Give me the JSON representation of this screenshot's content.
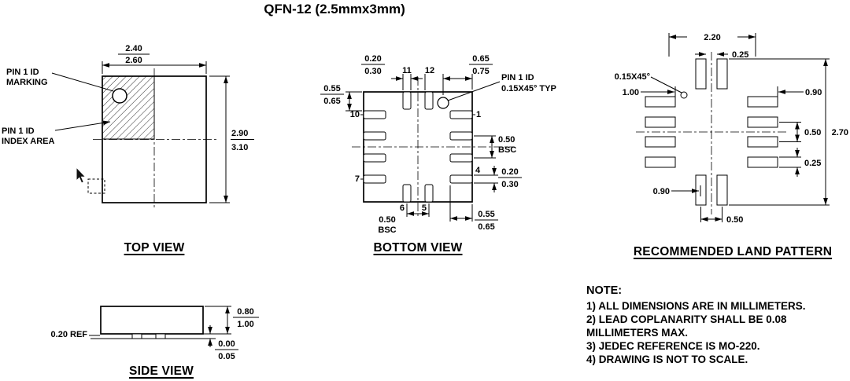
{
  "page": {
    "title": "QFN-12 (2.5mmx3mm)"
  },
  "top_view": {
    "caption": "TOP VIEW",
    "label_pin1_marking": [
      "PIN 1 ID",
      "MARKING"
    ],
    "label_pin1_index": [
      "PIN 1 ID",
      "INDEX AREA"
    ],
    "dim_width": [
      "2.40",
      "2.60"
    ],
    "dim_height": [
      "2.90",
      "3.10"
    ]
  },
  "bottom_view": {
    "caption": "BOTTOM VIEW",
    "label_pin1": [
      "PIN 1 ID",
      "0.15X45° TYP"
    ],
    "dim_top_pad": [
      "0.20",
      "0.30"
    ],
    "dim_top_corner": [
      "0.65",
      "0.75"
    ],
    "dim_left": [
      "0.55",
      "0.65"
    ],
    "dim_pitch_right": [
      "0.50",
      "BSC"
    ],
    "dim_pad_right": [
      "0.20",
      "0.30"
    ],
    "dim_pitch_bottom": [
      "0.50",
      "BSC"
    ],
    "dim_pad_bottom": [
      "0.55",
      "0.65"
    ],
    "pins": {
      "p1": "1",
      "p4": "4",
      "p5": "5",
      "p6": "6",
      "p7": "7",
      "p10": "10",
      "p11": "11",
      "p12": "12"
    }
  },
  "land_pattern": {
    "caption": "RECOMMENDED LAND PATTERN",
    "dim_span_x": "2.20",
    "dim_pad_top": "0.25",
    "label_chamfer": "0.15X45°",
    "dim_pad_left": "1.00",
    "dim_pad_right": "0.90",
    "dim_pitch_y": "0.50",
    "dim_span_y": "2.70",
    "dim_pad_side": "0.25",
    "dim_offset_bottom": "0.90",
    "dim_pitch_x": "0.50"
  },
  "side_view": {
    "caption": "SIDE VIEW",
    "dim_lead": "0.20 REF",
    "dim_height": [
      "0.80",
      "1.00"
    ],
    "dim_standoff": [
      "0.00",
      "0.05"
    ]
  },
  "notes": {
    "title": "NOTE:",
    "lines": [
      "1) ALL DIMENSIONS ARE IN MILLIMETERS.",
      "2) LEAD COPLANARITY SHALL BE 0.08",
      "MILLIMETERS MAX.",
      "3) JEDEC REFERENCE IS MO-220.",
      "4) DRAWING IS NOT TO SCALE."
    ]
  }
}
